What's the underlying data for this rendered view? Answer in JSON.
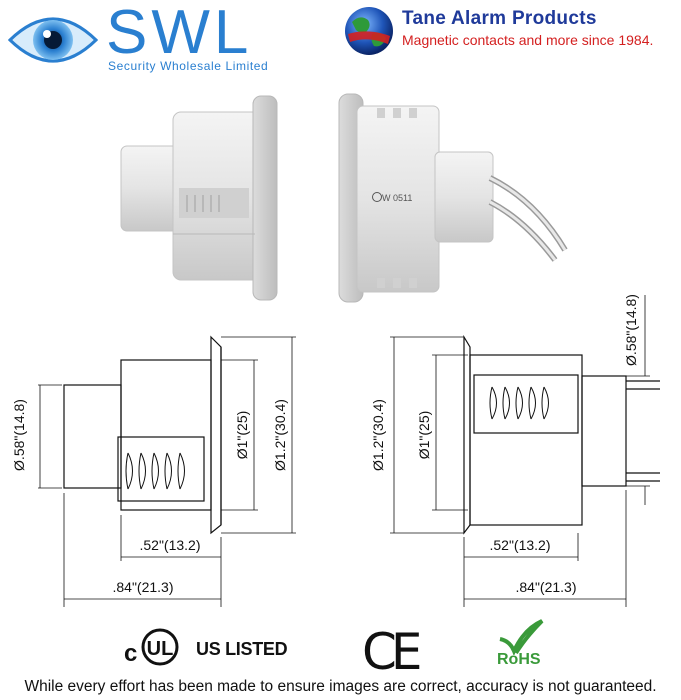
{
  "header": {
    "swl_name": "SWL",
    "swl_subtitle": "Security Wholesale Limited",
    "tane_name": "Tane Alarm Products",
    "tane_tagline": "Magnetic contacts and more since 1984."
  },
  "photo": {
    "marking": "W 0511"
  },
  "drawing_left": {
    "dia_small": "Ø.58\"(14.8)",
    "dia_inner": "Ø1\"(25)",
    "dia_flange": "Ø1.2\"(30.4)",
    "len_short": ".52\"(13.2)",
    "len_long": ".84\"(21.3)"
  },
  "drawing_right": {
    "dia_flange": "Ø1.2\"(30.4)",
    "dia_inner": "Ø1\"(25)",
    "dia_small": "Ø.58\"(14.8)",
    "len_short": ".52\"(13.2)",
    "len_long": ".84\"(21.3)"
  },
  "certifications": {
    "ul_label": "US LISTED",
    "ce_mark": "CE",
    "rohs_label": "RoHS"
  },
  "footer": {
    "disclaimer": "While every effort has been made to ensure images are correct, accuracy is not guaranteed."
  },
  "colors": {
    "swl_blue": "#2a7fd0",
    "tane_blue": "#1f3a9a",
    "tane_red": "#d42020",
    "rohs_green": "#3a9a3a"
  }
}
